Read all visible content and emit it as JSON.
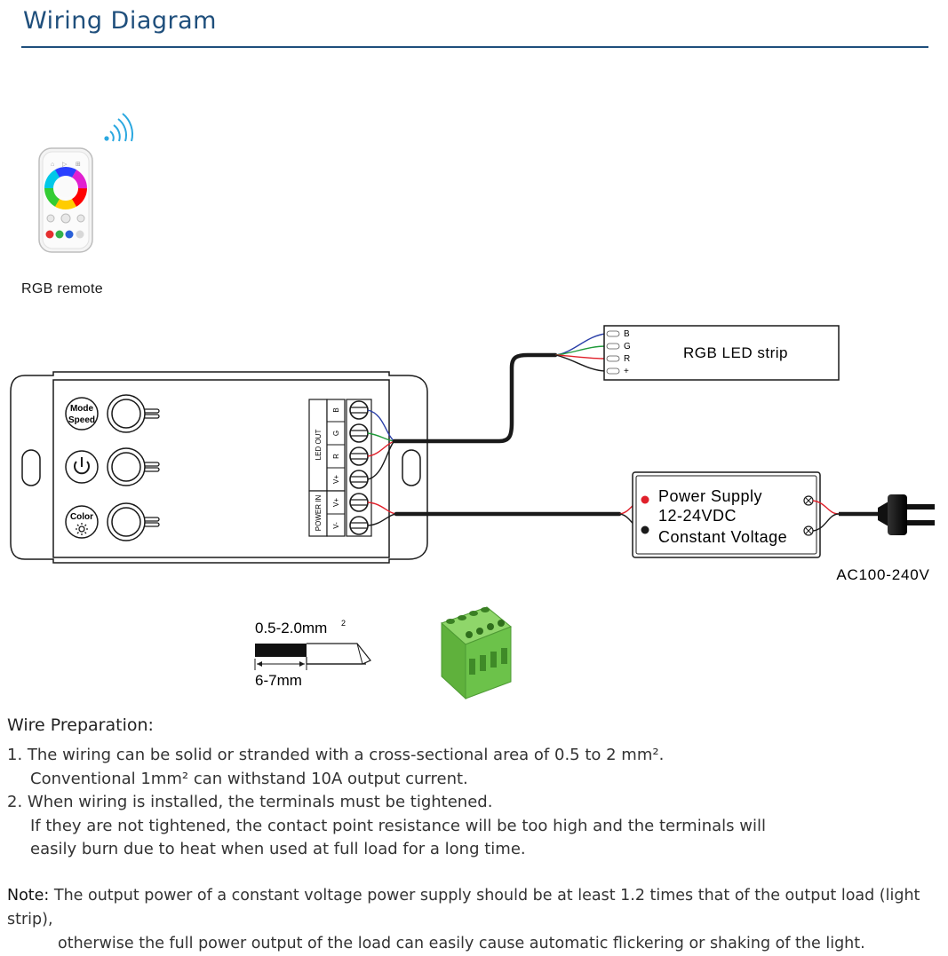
{
  "title": "Wiring Diagram",
  "remote": {
    "label": "RGB remote"
  },
  "controller": {
    "buttons": [
      {
        "line1": "Mode",
        "line2": "Speed"
      },
      {
        "symbol": "power"
      },
      {
        "line1": "Color",
        "symbol": "sun"
      }
    ],
    "terminal_groups": {
      "led_out": "LED OUT",
      "power_in": "POWER IN"
    },
    "terminals": [
      "B",
      "G",
      "R",
      "V+",
      "V+",
      "V-"
    ]
  },
  "led_strip": {
    "label": "RGB LED strip",
    "pins": [
      "B",
      "G",
      "R",
      "+"
    ]
  },
  "power_supply": {
    "line1": "Power Supply",
    "line2": "12-24VDC",
    "line3": "Constant Voltage"
  },
  "ac_label": "AC100-240V",
  "wire_spec": {
    "area": "0.5-2.0mm",
    "area_sup": "2",
    "strip_length": "6-7mm"
  },
  "wire_prep": {
    "title": "Wire Preparation:",
    "items": [
      [
        "1. The wiring can be solid or stranded with a cross-sectional area of 0.5 to 2 mm².",
        "Conventional 1mm² can withstand 10A output current."
      ],
      [
        "2. When wiring is installed, the terminals must be tightened.",
        "If they are not tightened, the contact point resistance will be too high and the terminals will",
        "easily burn due to heat when used at full load for a long time."
      ]
    ]
  },
  "note": {
    "label": "Note:",
    "line1": " The output power of a constant voltage power supply should be at least 1.2 times that of the output load (light strip),",
    "line2": "otherwise the full power output of the load can easily cause automatic flickering or shaking of the light."
  },
  "colors": {
    "title": "#1f4f7c",
    "red_wire": "#e0202a",
    "green_wire": "#1f9a3a",
    "blue_wire": "#2a3fa8",
    "terminal_block": "#6cc24a"
  }
}
